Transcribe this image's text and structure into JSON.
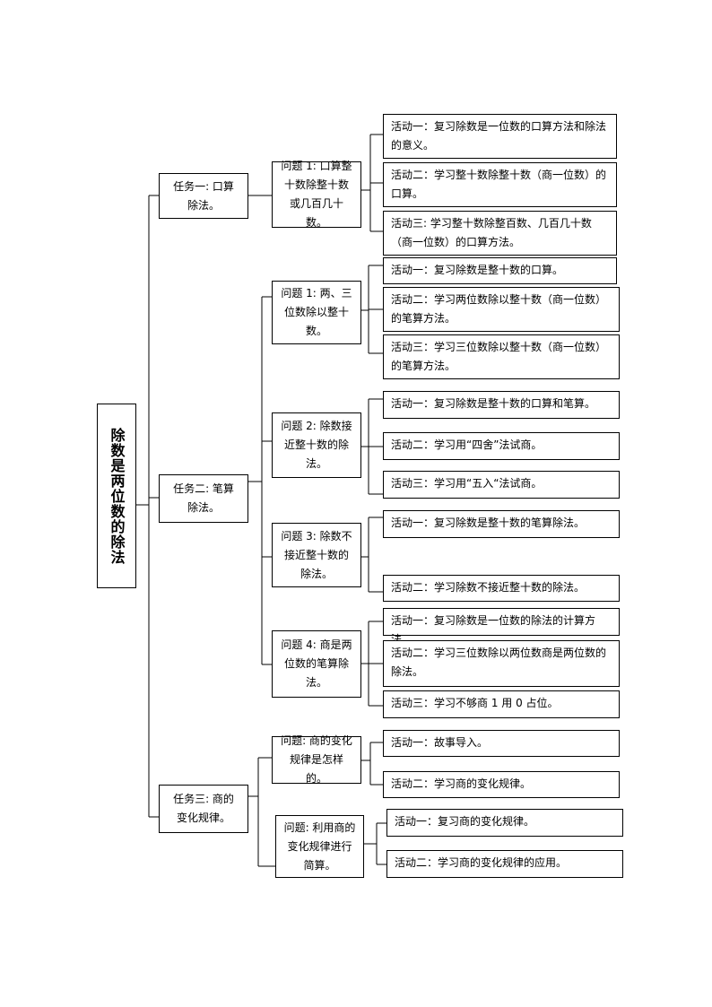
{
  "root": "除数是两位数的除法",
  "tasks": [
    {
      "label": "任务一: 口算除法。",
      "problems": [
        {
          "label": "问题 1: 口算整十数除整十数或几百几十数。",
          "activities": [
            "活动一：复习除数是一位数的口算方法和除法的意义。",
            "活动二：学习整十数除整十数（商一位数）的口算。",
            "活动三: 学习整十数除整百数、几百几十数（商一位数）的口算方法。"
          ]
        }
      ]
    },
    {
      "label": "任务二: 笔算除法。",
      "problems": [
        {
          "label": "问题 1: 两、三位数除以整十数。",
          "activities": [
            "活动一：复习除数是整十数的口算。",
            "活动二：学习两位数除以整十数（商一位数）的笔算方法。",
            "活动三：学习三位数除以整十数（商一位数）的笔算方法。"
          ]
        },
        {
          "label": "问题 2: 除数接近整十数的除法。",
          "activities": [
            "活动一：复习除数是整十数的口算和笔算。",
            "活动二：学习用“四舍”法试商。",
            "活动三：学习用“五入“法试商。"
          ]
        },
        {
          "label": "问题 3: 除数不接近整十数的除法。",
          "activities": [
            "活动一：复习除数是整十数的笔算除法。",
            "活动二：学习除数不接近整十数的除法。"
          ]
        },
        {
          "label": "问题 4: 商是两位数的笔算除法。",
          "activities": [
            "活动一：复习除数是一位数的除法的计算方法。",
            "活动二：学习三位数除以两位数商是两位数的除法。",
            "活动三：学习不够商 1 用 0 占位。"
          ]
        }
      ]
    },
    {
      "label": "任务三: 商的变化规律。",
      "problems": [
        {
          "label": "问题: 商的变化规律是怎样的。",
          "activities": [
            "活动一：故事导入。",
            "活动二：学习商的变化规律。"
          ]
        },
        {
          "label": "问题: 利用商的变化规律进行简算。",
          "activities": [
            "活动一：复习商的变化规律。",
            "活动二：学习商的变化规律的应用。"
          ]
        }
      ]
    }
  ]
}
